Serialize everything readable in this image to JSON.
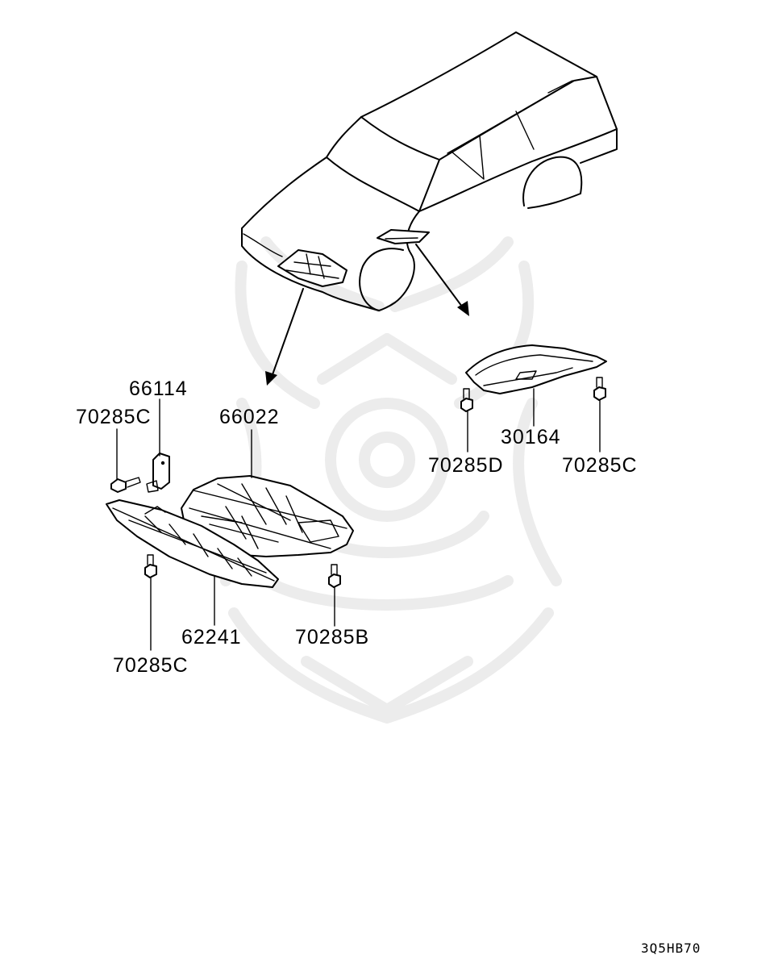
{
  "parts": {
    "p66114": "66114",
    "p70285c_left": "70285C",
    "p66022": "66022",
    "p62241": "62241",
    "p70285c_bottom": "70285C",
    "p70285b": "70285B",
    "p30164": "30164",
    "p70285d": "70285D",
    "p70285c_right": "70285C"
  },
  "diagram_code": "3Q5HB70",
  "colors": {
    "line": "#000000",
    "background": "#ffffff",
    "watermark": "#ececec"
  }
}
